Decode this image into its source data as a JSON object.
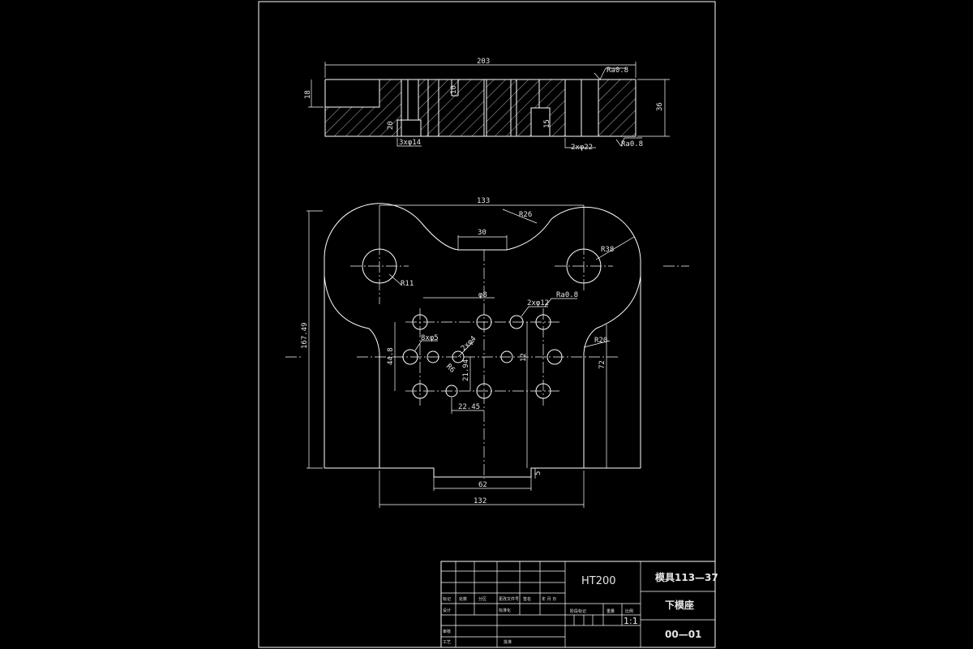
{
  "drawing": {
    "top_view_dims": {
      "overall_width": "203",
      "thickness_left": "18",
      "thickness_right": "36",
      "slot_depth": "10",
      "roughness_top": "Ra0.8",
      "roughness_bottom": "Ra0.8",
      "hole_left": "3xφ14",
      "hole_right": "2xφ22",
      "step_depth": "20",
      "step_depth_right": "15"
    },
    "plan_view_dims": {
      "width_top": "133",
      "width_bottom": "132",
      "slot_width": "30",
      "height_total": "167.49",
      "radius_outer_top": "R26",
      "radius_right": "R38",
      "radius_hole": "R11",
      "radius_lower_right": "R20",
      "center_hole_dia": "φ8",
      "small_hole_dia": "2xφ12",
      "roughness": "Ra0.8",
      "hole_pattern_a": "8xφ5",
      "hole_pattern_b": "2xφ4",
      "dim_44_8": "44.8",
      "dim_12": "12",
      "dim_21_94": "21.94",
      "dim_22_45": "22.45",
      "dim_72": "72",
      "dim_62": "62",
      "dim_5": "5",
      "r6": "R6"
    },
    "title_block": {
      "material": "HT200",
      "drawing_name": "模具113—37",
      "part_name": "下模座",
      "drawing_number": "00—01",
      "scale": "1:1",
      "row_labels": [
        "标记",
        "处数",
        "分区",
        "更改文件号",
        "签名",
        "年 月 日"
      ],
      "row2_labels": [
        "设计",
        "标准化"
      ],
      "approval_labels": [
        "审核",
        "工艺",
        "批准"
      ],
      "stage_label": "阶段标记",
      "weight_label": "重量",
      "ratio_label": "比例"
    }
  }
}
